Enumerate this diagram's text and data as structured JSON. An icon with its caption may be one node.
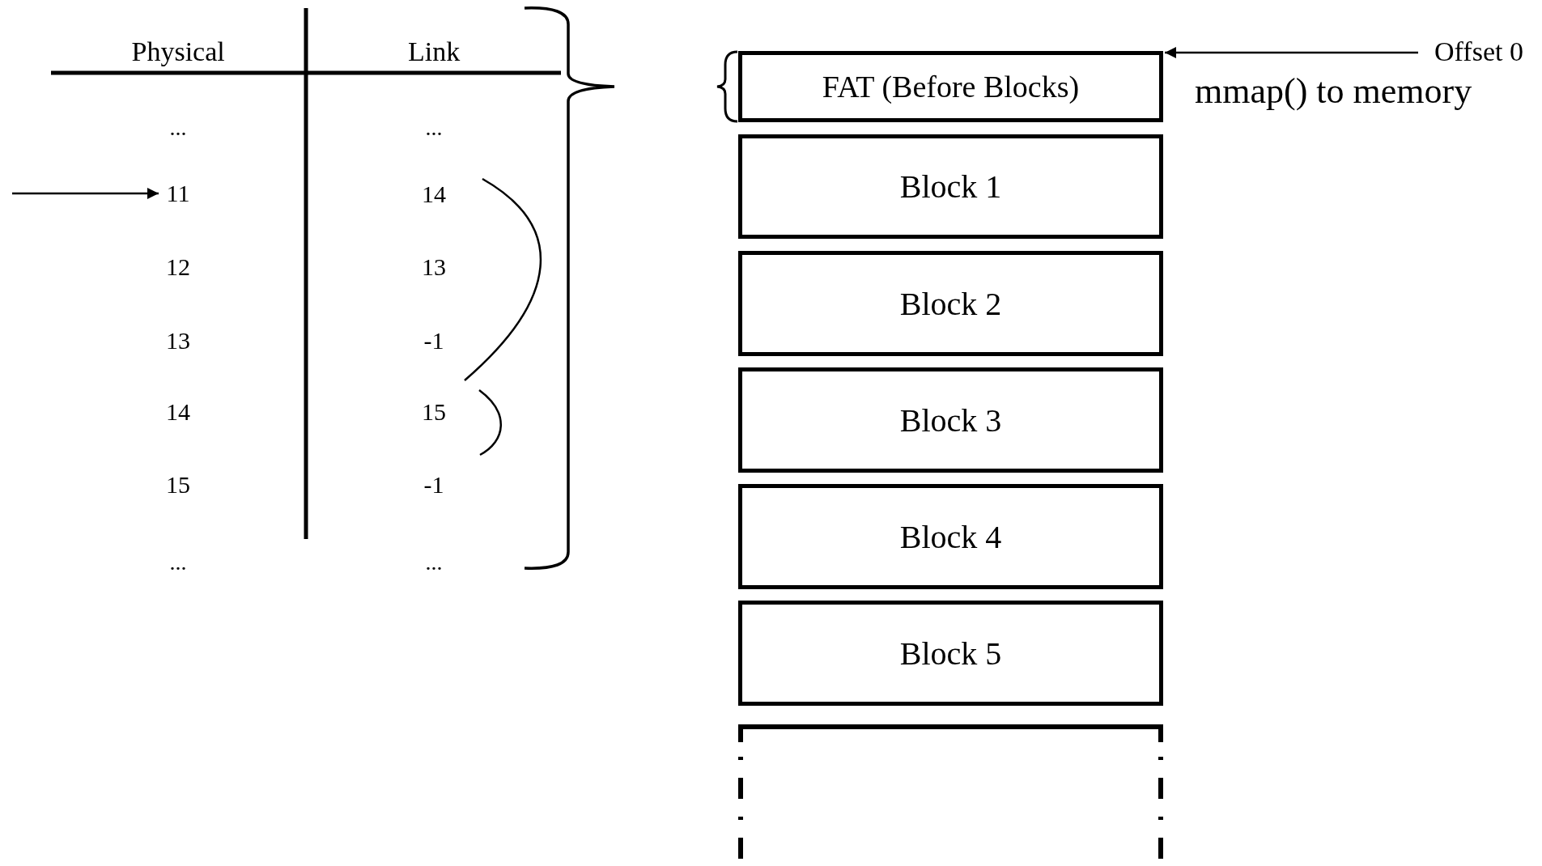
{
  "diagram": {
    "nodes": [
      {
        "text": [
          "11"
        ]
      },
      {
        "text": [
          "Offset 0"
        ]
      },
      {
        "text": [
          "FAT (Before Blocks)"
        ]
      },
      {
        "text": [
          "Block 1"
        ]
      },
      {
        "text": [
          "Block 2"
        ]
      },
      {
        "text": [
          "Block 3"
        ]
      },
      {
        "text": [
          "Block 4"
        ]
      },
      {
        "text": [
          "Block 5"
        ]
      },
      {
        "text": [],
        "shape": "box"
      }
    ],
    "edges": [
      {
        "from": null,
        "to": 0,
        "arrow": "to"
      },
      {
        "from": 1,
        "to": 2,
        "arrow": "to"
      }
    ],
    "labels": [
      "Physical",
      "Link",
      "...",
      "...",
      "14",
      "12",
      "13",
      "13",
      "-1",
      "14",
      "15",
      "15",
      "-1",
      "...",
      "...",
      "mmap() to memory"
    ]
  }
}
